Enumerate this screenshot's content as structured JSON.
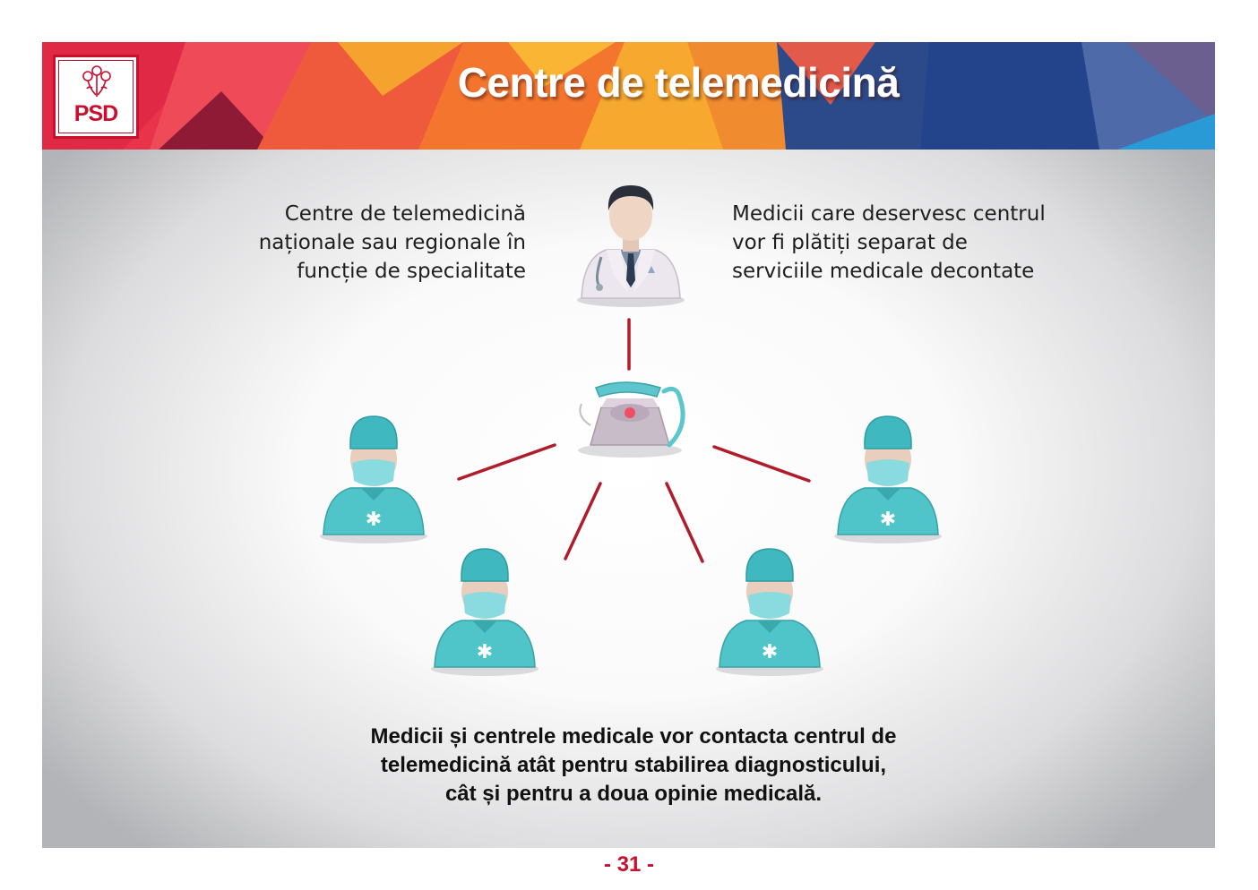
{
  "header": {
    "title": "Centre de telemedicină",
    "logo_text": "PSD",
    "logo_icon": "roses-icon"
  },
  "texts": {
    "left": "Centre de telemedicină\nnaționale sau regionale în\nfuncție de specialitate",
    "right": "Medicii care deservesc centrul\nvor fi plătiți separat de\nserviciile medicale decontate",
    "bottom": "Medicii și centrele medicale vor contacta centrul de\ntelemedicină atât pentru stabilirea diagnosticului,\ncât și pentru a doua opinie medicală."
  },
  "icons": {
    "doctor": "doctor-icon",
    "telephone": "telephone-icon",
    "surgeon": "surgeon-icon"
  },
  "footer": {
    "page_number": "- 31 -"
  },
  "colors": {
    "brand_red": "#c8102e",
    "connector": "#b01c2a",
    "scrub_teal": "#4fc4c9",
    "banner_navy": "#1e3a78"
  }
}
